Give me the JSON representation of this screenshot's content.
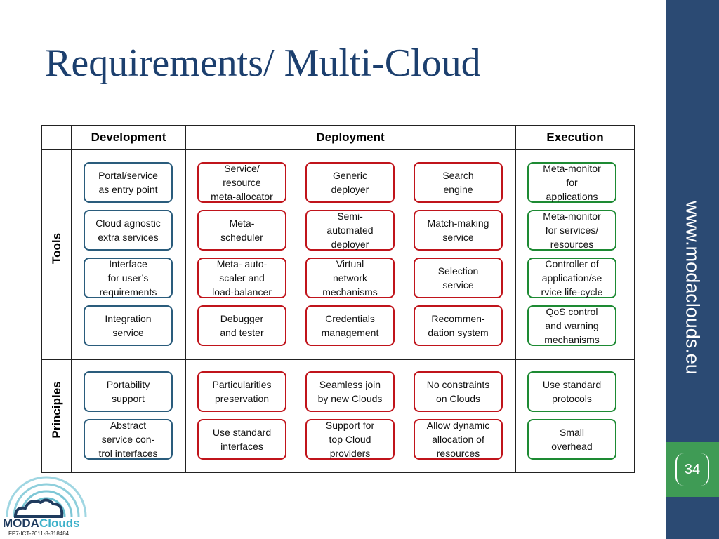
{
  "slide": {
    "title": "Requirements/ Multi-Cloud",
    "website": "www.modaclouds.eu",
    "page_number": "34"
  },
  "logo": {
    "name_part1": "MODA",
    "name_part2": "Clouds",
    "subtitle": "FP7-ICT-2011-8-318484"
  },
  "table": {
    "columns": [
      "Development",
      "Deployment",
      "Execution"
    ],
    "row_labels": [
      "Tools",
      "Principles"
    ],
    "tools": {
      "development": [
        "Portal/service\nas entry point",
        "Cloud agnostic\nextra services",
        "Interface\nfor user’s\nrequirements",
        "Integration\nservice"
      ],
      "deployment_col1": [
        "Service/\nresource\nmeta-allocator",
        "Meta-\nscheduler",
        "Meta-  auto-\nscaler and\nload-balancer",
        "Debugger\nand tester"
      ],
      "deployment_col2": [
        "Generic\ndeployer",
        "Semi-\nautomated\ndeployer",
        "Virtual\nnetwork\nmechanisms",
        "Credentials\nmanagement"
      ],
      "deployment_col3": [
        "Search\nengine",
        "Match-making\nservice",
        "Selection\nservice",
        "Recommen-\ndation system"
      ],
      "execution": [
        "Meta-monitor\nfor\napplications",
        "Meta-monitor\nfor services/\nresources",
        "Controller of\napplication/se\nrvice life-cycle",
        "QoS control\nand warning\nmechanisms"
      ]
    },
    "principles": {
      "development": [
        "Portability\nsupport",
        "Abstract\nservice con-\ntrol interfaces"
      ],
      "deployment_col1": [
        "Particularities\npreservation",
        "Use standard\ninterfaces"
      ],
      "deployment_col2": [
        "Seamless join\nby new Clouds",
        "Support for\ntop Cloud\nproviders"
      ],
      "deployment_col3": [
        "No constraints\non Clouds",
        "Allow dynamic\nallocation of\nresources"
      ],
      "execution": [
        "Use standard\nprotocols",
        "Small\noverhead"
      ]
    }
  }
}
